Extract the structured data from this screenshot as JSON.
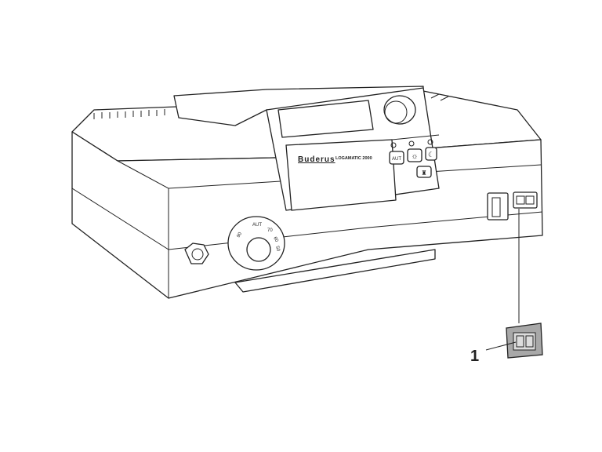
{
  "brand": "Buderus",
  "model": "LOGAMATIC 2000",
  "buttons": {
    "auto": "AUT"
  },
  "dial_labels": [
    "90",
    "AUT",
    "70",
    "60",
    "50"
  ],
  "callout": {
    "number": "1"
  },
  "colors": {
    "line": "#222222",
    "part_fill": "#a8a8a8"
  }
}
